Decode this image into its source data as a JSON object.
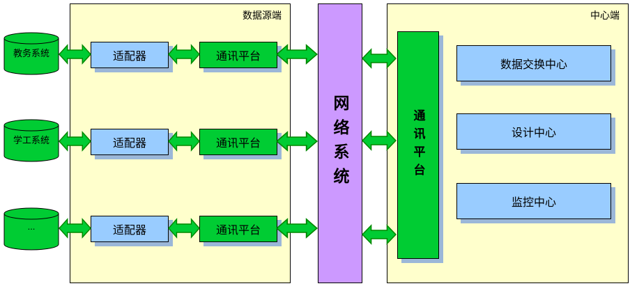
{
  "colors": {
    "panel-bg": "#FFFFCC",
    "blue-box": "#99CCFF",
    "green-box": "#00CC33",
    "purple-box": "#CC99FF",
    "shadow": "#9BB7D8",
    "arrow-fill": "#00CC33",
    "arrow-stroke": "#008800",
    "border": "#000000"
  },
  "source_panel": {
    "label": "数据源端",
    "rows": [
      {
        "adapter": "适配器",
        "comm": "通讯平台"
      },
      {
        "adapter": "适配器",
        "comm": "通讯平台"
      },
      {
        "adapter": "适配器",
        "comm": "通讯平台"
      }
    ]
  },
  "databases": [
    {
      "label": "教务系统"
    },
    {
      "label": "学工系统"
    },
    {
      "label": "..."
    }
  ],
  "network": {
    "label": "网络系统"
  },
  "center_panel": {
    "label": "中心端",
    "comm": "通讯平台",
    "centers": [
      {
        "label": "数据交换中心"
      },
      {
        "label": "设计中心"
      },
      {
        "label": "监控中心"
      }
    ]
  }
}
